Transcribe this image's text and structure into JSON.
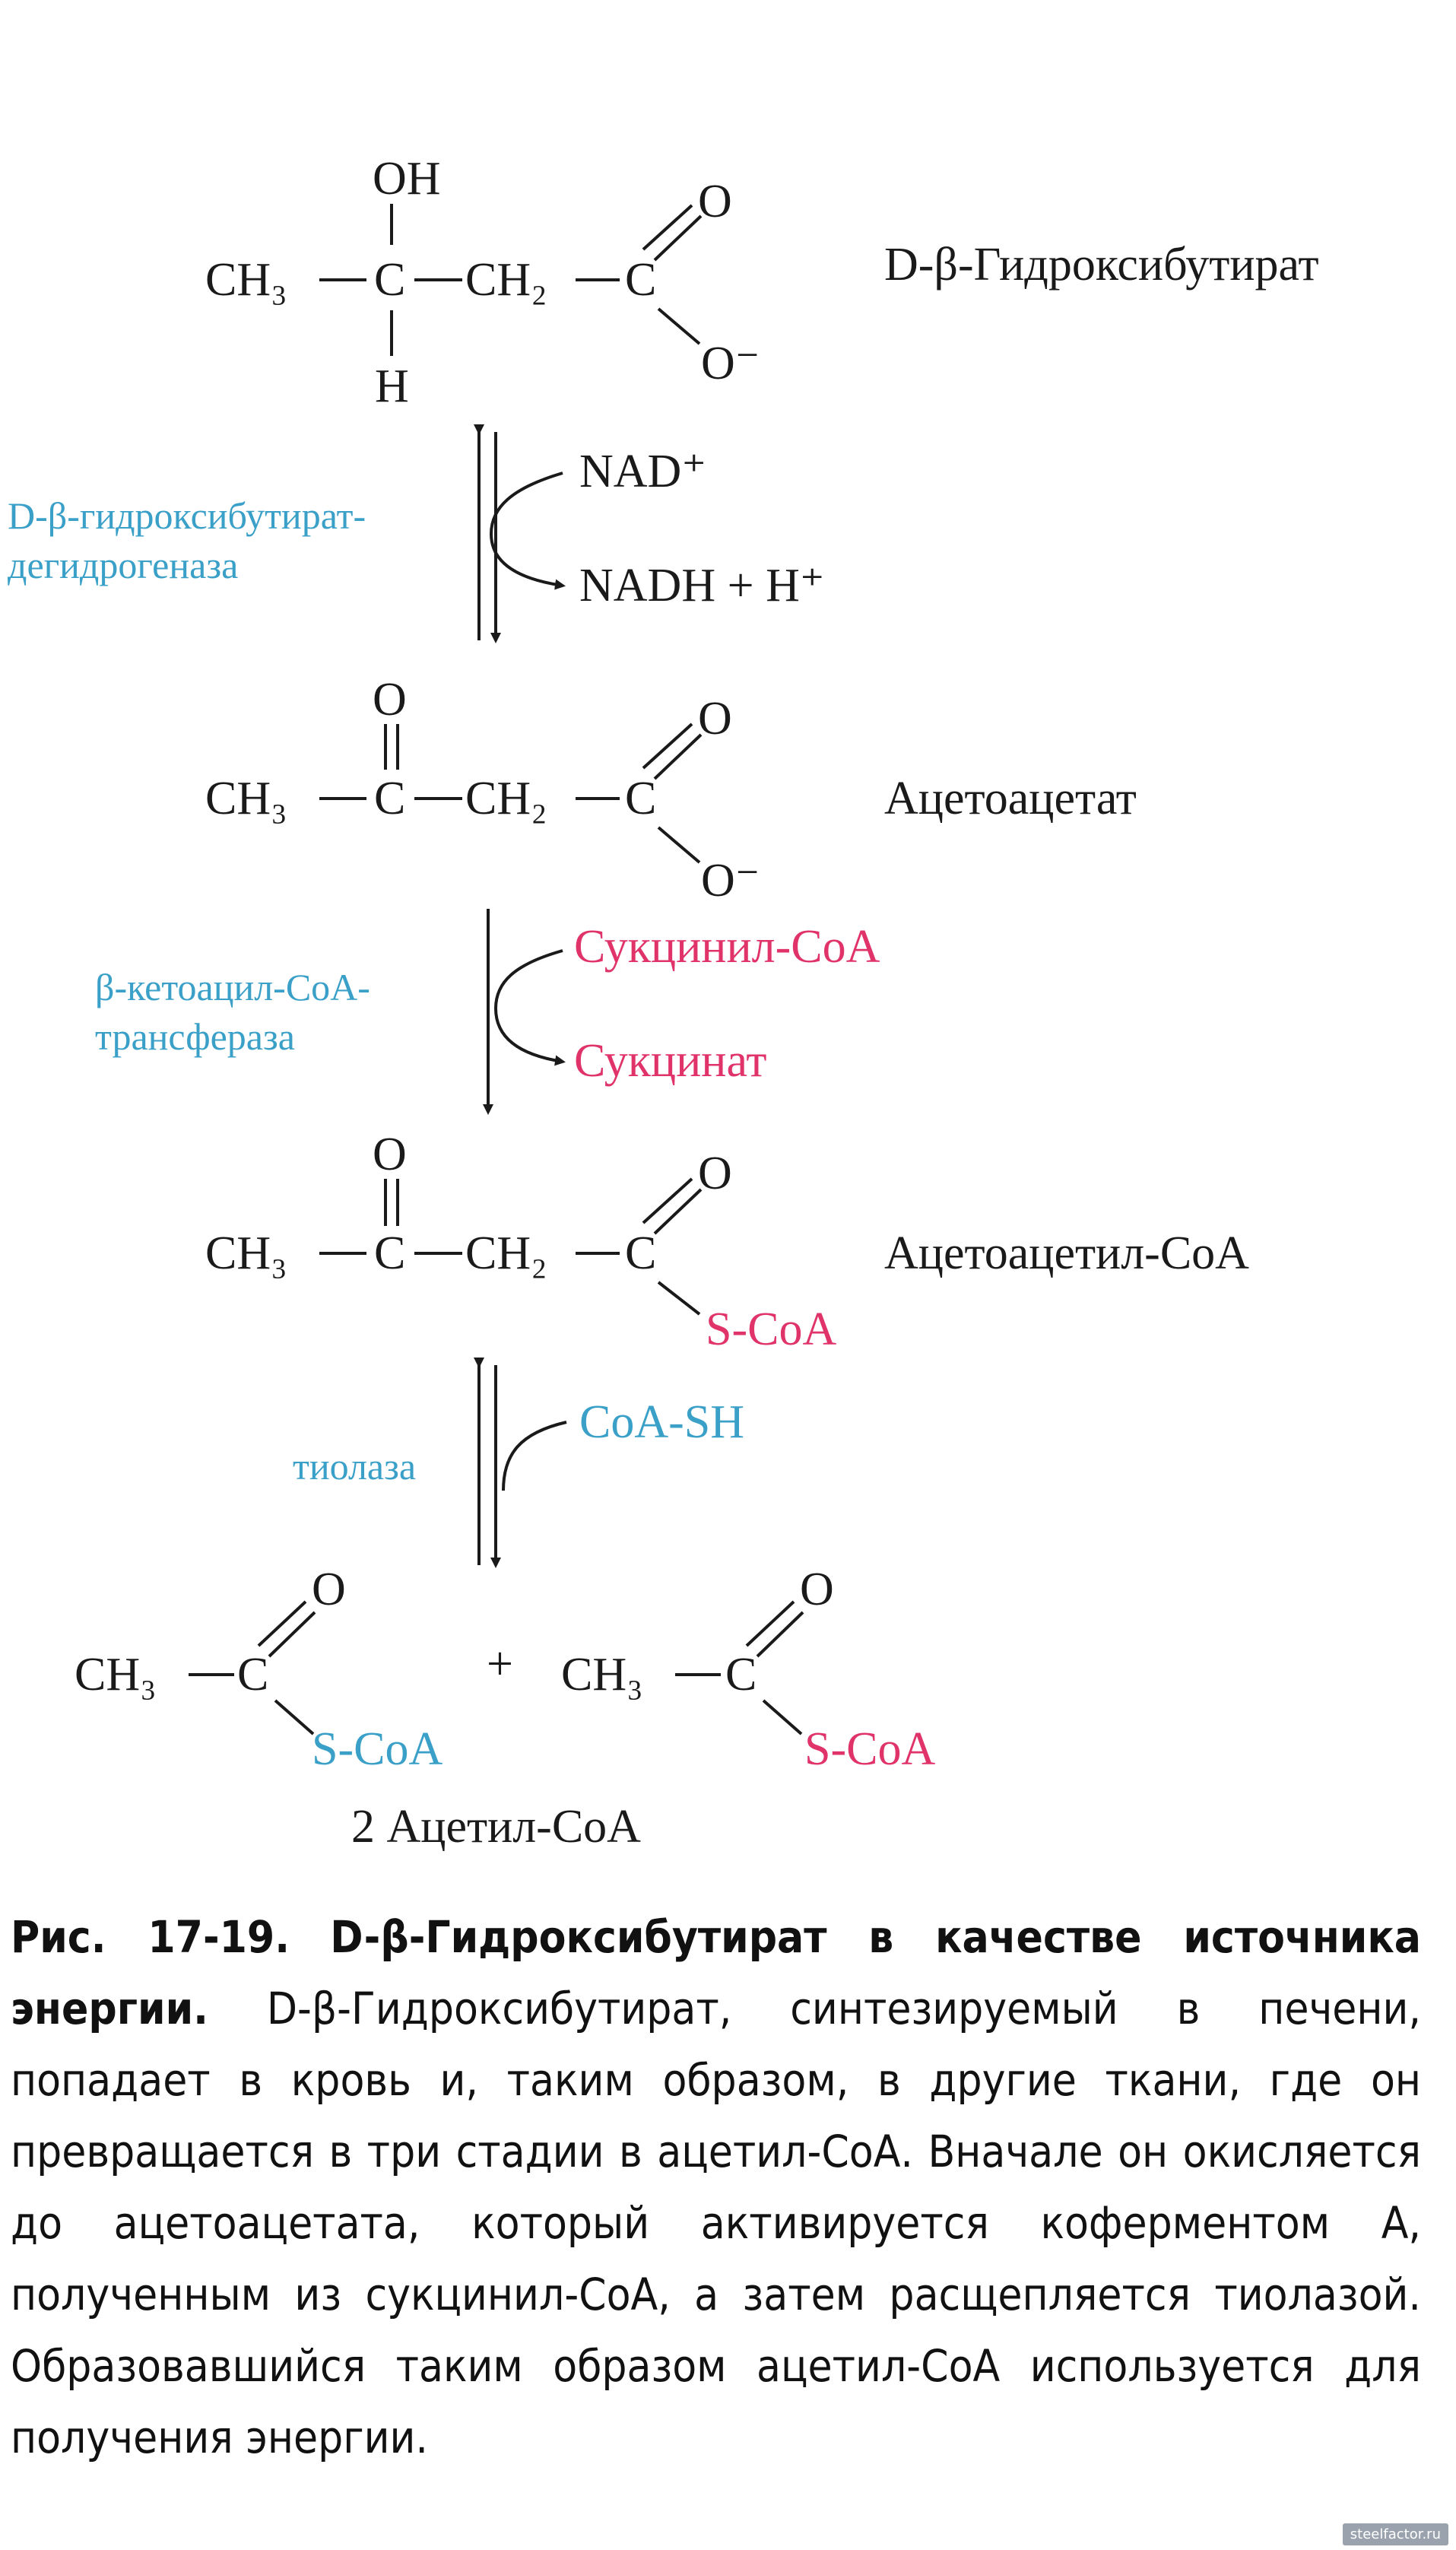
{
  "reaction": {
    "step1": {
      "name": "D-β-Гидроксибутират",
      "enzyme_line1": "D-β-гидроксибутират-",
      "enzyme_line2": "дегидрогеназа",
      "cofactor_in": "NAD⁺",
      "cofactor_out": "NADH + H⁺"
    },
    "step2": {
      "name": "Ацетоацетат",
      "enzyme_line1": "β-кетоацил-СоА-",
      "enzyme_line2": "трансфераза",
      "cofactor_in": "Сукцинил-СоА",
      "cofactor_out": "Сукцинат"
    },
    "step3": {
      "name": "Ацетоацетил-СоА",
      "enzyme": "тиолаза",
      "cofactor_in": "CoA-SH"
    },
    "product": {
      "name": "2 Ацетил-СоА",
      "plus": "+"
    }
  },
  "atoms": {
    "oh": "OH",
    "h": "H",
    "c": "C",
    "o": "O",
    "o_minus": "O⁻",
    "ch3": "CH₃",
    "ch2": "CH₂",
    "scoa": "S-CoA"
  },
  "caption": {
    "fig_label": "Рис. 17-19.",
    "title": "D-β-Гидроксибутират в качестве источника энергии.",
    "text": "D-β-Гидроксибутират, синтезируемый в печени, попадает в кровь и, таким образом, в другие ткани, где он превращается в три стадии в ацетил-СоА. Вначале он окисляется до ацетоацетата, который активируется коферментом А, полученным из сукцинил-СоА, а затем расщепляется тиолазой. Образовавшийся таким образом ацетил-СоА используется для получения энергии."
  },
  "watermark": "steelfactor.ru",
  "colors": {
    "enzyme_blue": "#3aa0c8",
    "cofactor_pink": "#e0336a",
    "ink": "#1a1a1a"
  }
}
